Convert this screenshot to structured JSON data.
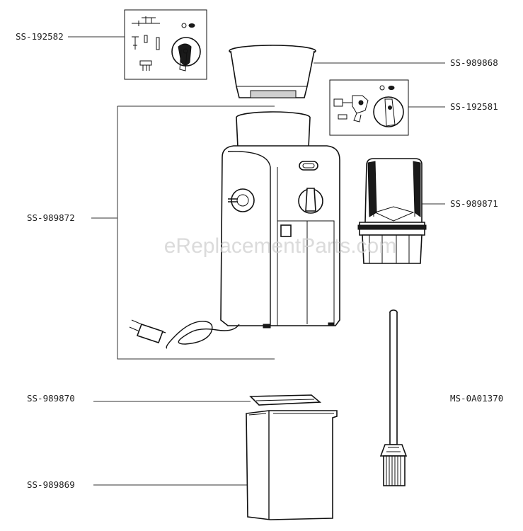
{
  "watermark": "eReplacementParts.com",
  "parts": [
    {
      "id": "knob-kit-left",
      "label": "SS-192582"
    },
    {
      "id": "lid",
      "label": "SS-989868"
    },
    {
      "id": "knob-kit-right",
      "label": "SS-192581"
    },
    {
      "id": "grinder-body",
      "label": "SS-989872"
    },
    {
      "id": "bean-container",
      "label": "SS-989871"
    },
    {
      "id": "container-lid",
      "label": "SS-989870"
    },
    {
      "id": "ground-coffee-container",
      "label": "SS-989869"
    },
    {
      "id": "cleaning-brush",
      "label": "MS-0A01370"
    }
  ]
}
